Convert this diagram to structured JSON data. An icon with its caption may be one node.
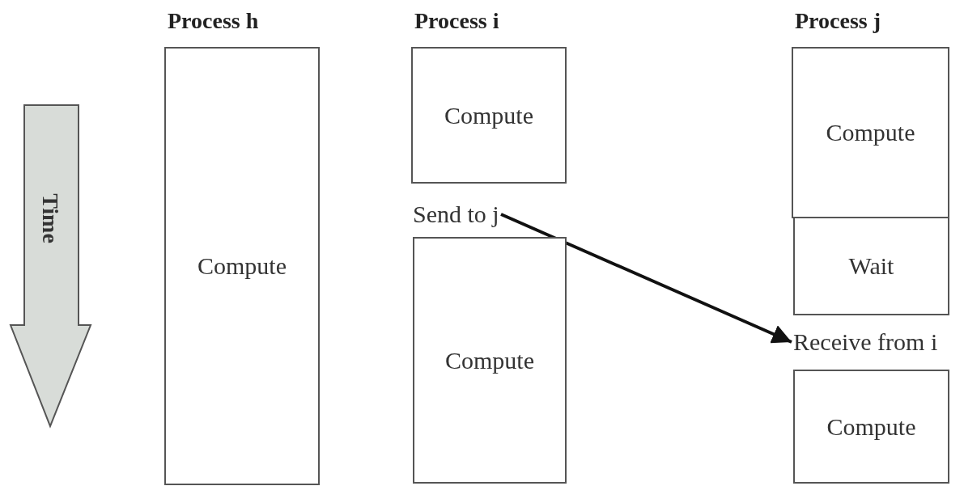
{
  "diagram": {
    "nodes": [
      {
        "text": [
          "Process h",
          "Compute"
        ]
      },
      {
        "text": [
          "Process i",
          "Compute"
        ]
      },
      {
        "text": [
          "Send to j"
        ]
      },
      {
        "text": [
          "Compute"
        ]
      },
      {
        "text": [
          "Process j",
          "Compute"
        ]
      },
      {
        "text": [
          "Wait"
        ]
      },
      {
        "text": [
          "Receive from i"
        ]
      },
      {
        "text": [
          "Compute"
        ]
      }
    ],
    "edges": [
      {
        "from": 2,
        "to": 6,
        "arrow": "to"
      }
    ],
    "labels": [
      "Time"
    ]
  }
}
